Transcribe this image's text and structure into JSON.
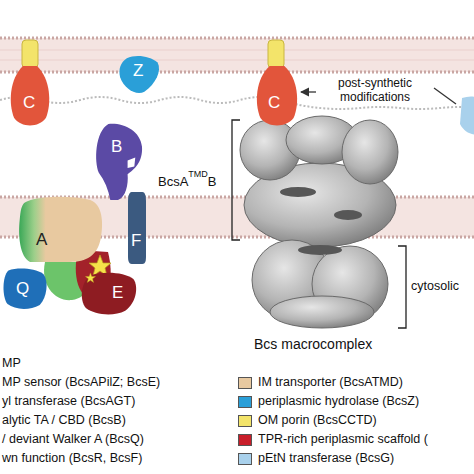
{
  "diagram": {
    "nodes": [
      {
        "text": [
          "C"
        ]
      },
      {
        "text": [
          "Z"
        ]
      },
      {
        "text": [
          "B"
        ]
      },
      {
        "text": [
          "A"
        ]
      },
      {
        "text": [
          "F"
        ]
      },
      {
        "text": [
          "Q"
        ]
      },
      {
        "text": [
          "E"
        ]
      },
      {
        "text": [
          "C"
        ]
      }
    ],
    "labels": [
      "post-synthetic modifications",
      "BcsA",
      "TMD",
      "B",
      "cytosolic",
      "Bcs macrocomplex"
    ],
    "legend": [
      {
        "text": "MP"
      },
      {
        "text": "MP sensor (BcsAPilZ; BcsE)"
      },
      {
        "text": "IM transporter (BcsATMD)",
        "color": "#e8c9a0"
      },
      {
        "text": "yl transferase (BcsAGT)"
      },
      {
        "text": "periplasmic hydrolase (BcsZ)",
        "color": "#2a9fd8"
      },
      {
        "text": "alytic TA / CBD (BcsB)"
      },
      {
        "text": "OM porin (BcsCCTD)",
        "color": "#f3e46a"
      },
      {
        "text": "/ deviant Walker A (BcsQ)"
      },
      {
        "text": "TPR-rich periplasmic scaffold (",
        "color": "#c81e2a"
      },
      {
        "text": "wn function (BcsR, BcsF)"
      },
      {
        "text": "pEtN transferase (BcsG)",
        "color": "#a9d1ec"
      }
    ]
  }
}
